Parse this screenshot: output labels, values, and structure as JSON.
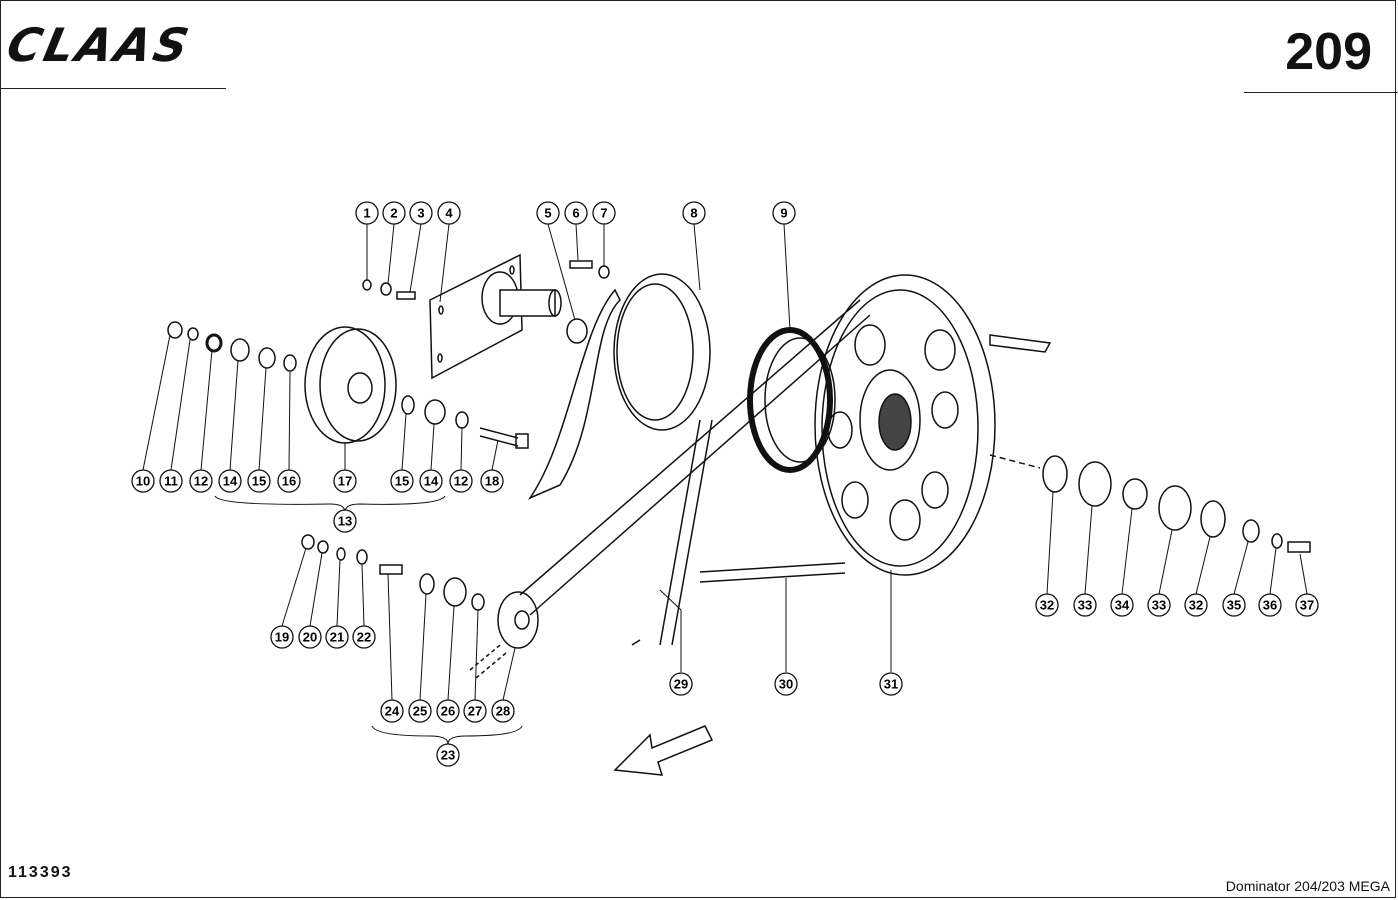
{
  "header": {
    "brand": "CLAAS",
    "page_number": "209"
  },
  "footer": {
    "drawing_number": "113393",
    "model": "Dominator 204/203 MEGA"
  },
  "callouts": [
    "1",
    "2",
    "3",
    "4",
    "5",
    "6",
    "7",
    "8",
    "9",
    "10",
    "11",
    "12",
    "14",
    "15",
    "16",
    "17",
    "15",
    "14",
    "12",
    "18",
    "13",
    "19",
    "20",
    "21",
    "22",
    "24",
    "25",
    "26",
    "27",
    "28",
    "23",
    "29",
    "30",
    "31",
    "32",
    "33",
    "34",
    "33",
    "32",
    "35",
    "36",
    "37"
  ]
}
